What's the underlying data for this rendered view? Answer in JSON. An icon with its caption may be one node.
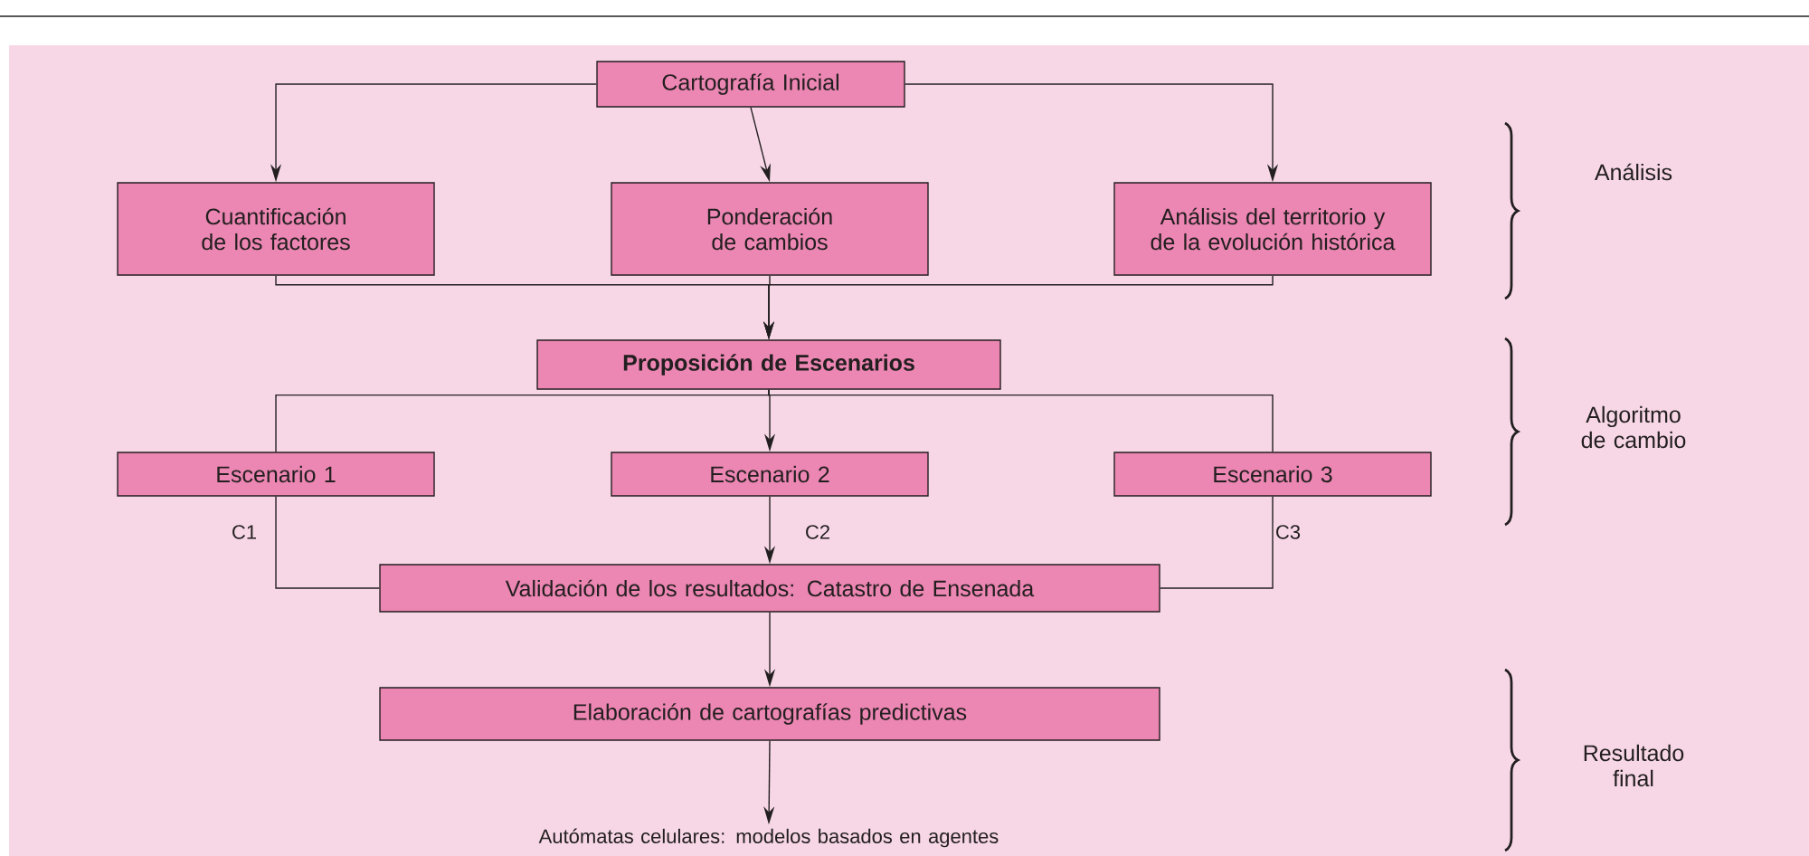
{
  "diagram": {
    "nodes": [
      {
        "text": [
          "Cartografía Inicial"
        ]
      },
      {
        "text": [
          "Cuantificación de los factores"
        ]
      },
      {
        "text": [
          "Ponderación de cambios"
        ]
      },
      {
        "text": [
          "Análisis del territorio y de la evolución histórica"
        ]
      },
      {
        "text": [
          "Proposición de Escenarios"
        ]
      },
      {
        "text": [
          "Escenario 1"
        ]
      },
      {
        "text": [
          "Escenario 2"
        ]
      },
      {
        "text": [
          "Escenario 3"
        ]
      },
      {
        "text": [
          "Validación de los resultados: Catastro de Ensenada"
        ]
      },
      {
        "text": [
          "Elaboración de cartografías predictivas"
        ]
      },
      {
        "text": [
          "Autómatas celulares: modelos basados en agentes"
        ]
      }
    ],
    "edges": [
      {
        "from": 0,
        "to": 1,
        "arrow": "to"
      },
      {
        "from": 0,
        "to": 2,
        "arrow": "to"
      },
      {
        "from": 0,
        "to": 3,
        "arrow": "to"
      },
      {
        "from": 1,
        "to": 4,
        "arrow": "to"
      },
      {
        "from": 2,
        "to": 4,
        "arrow": "to"
      },
      {
        "from": 3,
        "to": 4,
        "arrow": "to"
      },
      {
        "from": 4,
        "to": 5,
        "arrow": "none"
      },
      {
        "from": 4,
        "to": 6,
        "arrow": "to"
      },
      {
        "from": 4,
        "to": 7,
        "arrow": "none"
      },
      {
        "from": 5,
        "to": 8,
        "arrow": "none",
        "label": "C1"
      },
      {
        "from": 6,
        "to": 8,
        "arrow": "to",
        "label": "C2"
      },
      {
        "from": 7,
        "to": 8,
        "arrow": "none",
        "label": "C3"
      },
      {
        "from": 8,
        "to": 9,
        "arrow": "to"
      },
      {
        "from": 9,
        "to": 10,
        "arrow": "to"
      }
    ],
    "labels": [
      "Análisis",
      "Algoritmo de cambio",
      "Resultado final"
    ]
  }
}
